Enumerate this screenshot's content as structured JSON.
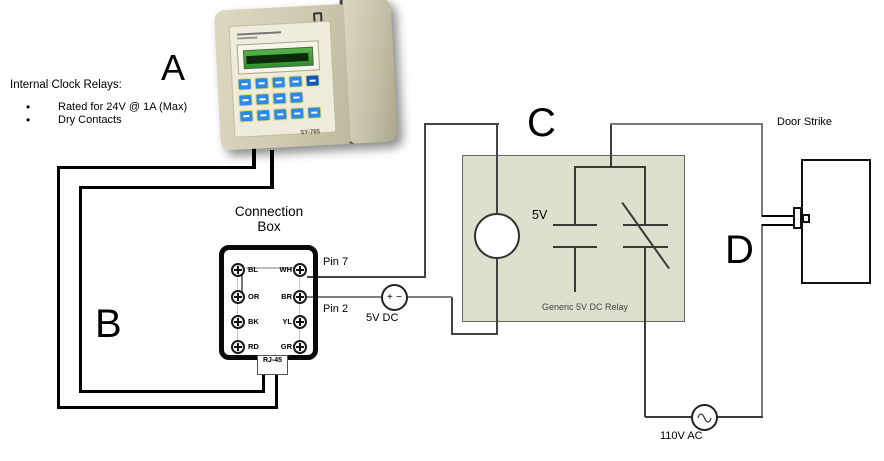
{
  "labels": {
    "a": "A",
    "b": "B",
    "c": "C",
    "d": "D"
  },
  "clock_notes": {
    "title": "Internal Clock Relays:",
    "items": [
      "Rated for 24V @ 1A (Max)",
      "Dry Contacts"
    ]
  },
  "device": {
    "model": "SY-765"
  },
  "connection_box": {
    "title_line1": "Connection",
    "title_line2": "Box",
    "connector": "RJ-45",
    "pin7": "Pin 7",
    "pin2": "Pin 2",
    "terminals": [
      {
        "left": "BL",
        "right": "WH"
      },
      {
        "left": "OR",
        "right": "BR"
      },
      {
        "left": "BK",
        "right": "YL"
      },
      {
        "left": "RD",
        "right": "GR"
      }
    ]
  },
  "relay": {
    "voltage": "5V",
    "caption": "Generic 5V DC Relay"
  },
  "sources": {
    "dc": {
      "label": "5V DC",
      "plus": "+",
      "minus": "−"
    },
    "ac": {
      "label": "110V AC"
    }
  },
  "door_strike": {
    "title": "Door Strike"
  },
  "colors": {
    "relay_fill": "#dde0cd",
    "wire_black": "#000000",
    "wire_dark": "#444444",
    "wire_gray": "#808080",
    "lcd_green": "#3ba33b",
    "keypad_blue": "#2b8be4",
    "device_beige": "#cfcbb1"
  }
}
